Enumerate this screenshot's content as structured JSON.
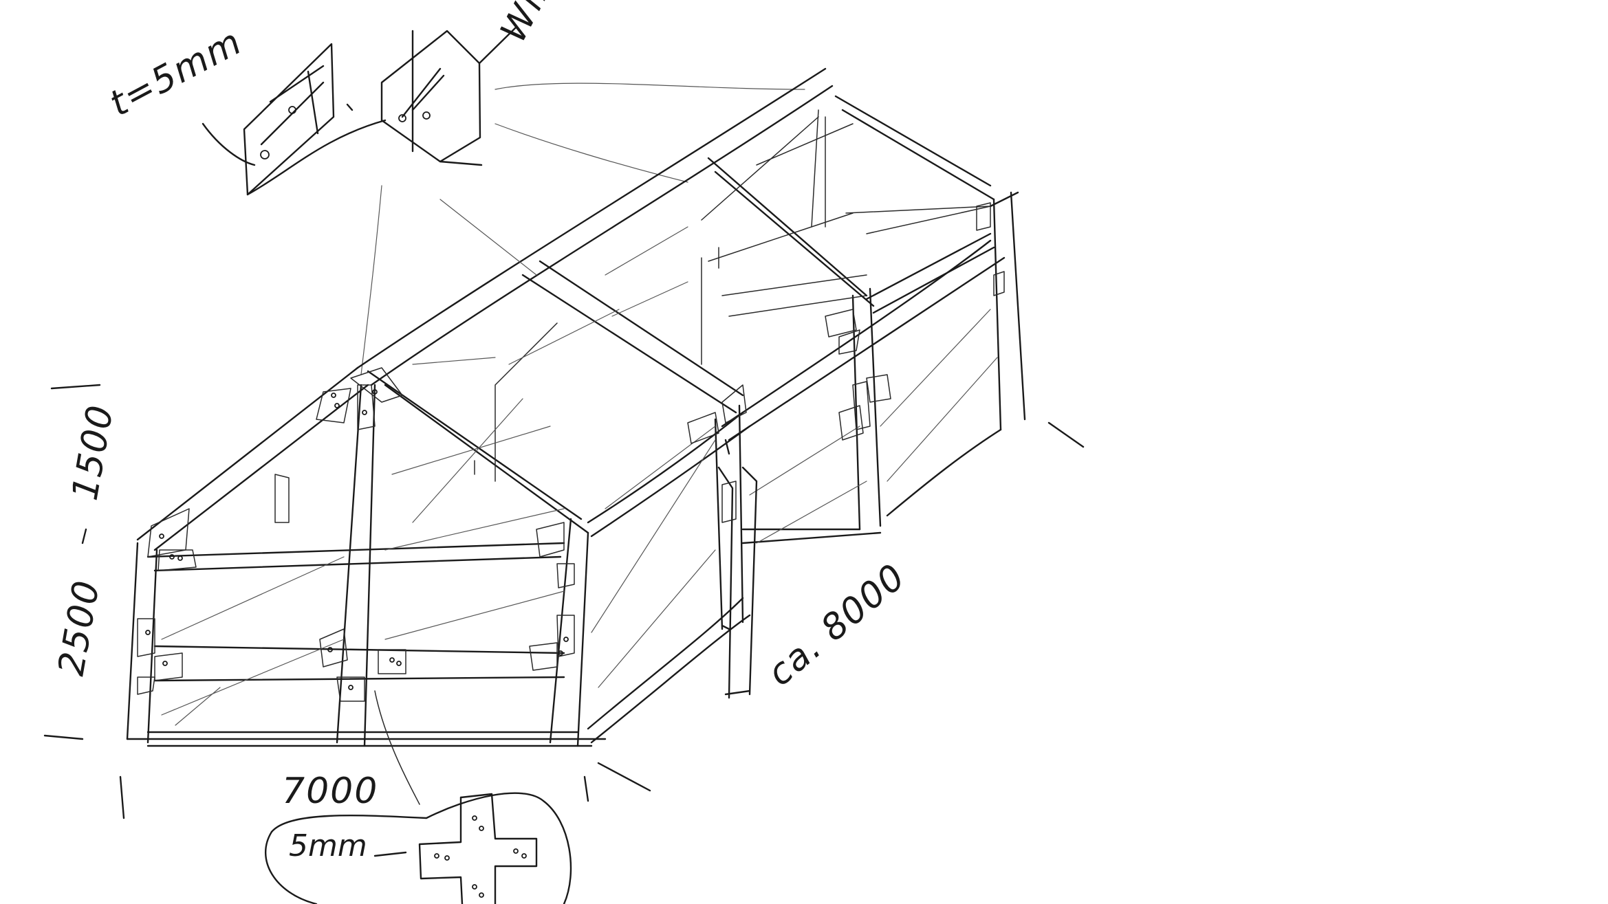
{
  "dimensions": {
    "roof_height": "1500",
    "wall_height": "2500",
    "width": "7000",
    "length": "ca. 8000"
  },
  "callouts": {
    "plate_thickness": "t=5mm",
    "top_detail_partial": "Win",
    "cross_plate_thickness": "5mm"
  },
  "colors": {
    "ink": "#1a1a1a",
    "paper": "#ffffff"
  }
}
